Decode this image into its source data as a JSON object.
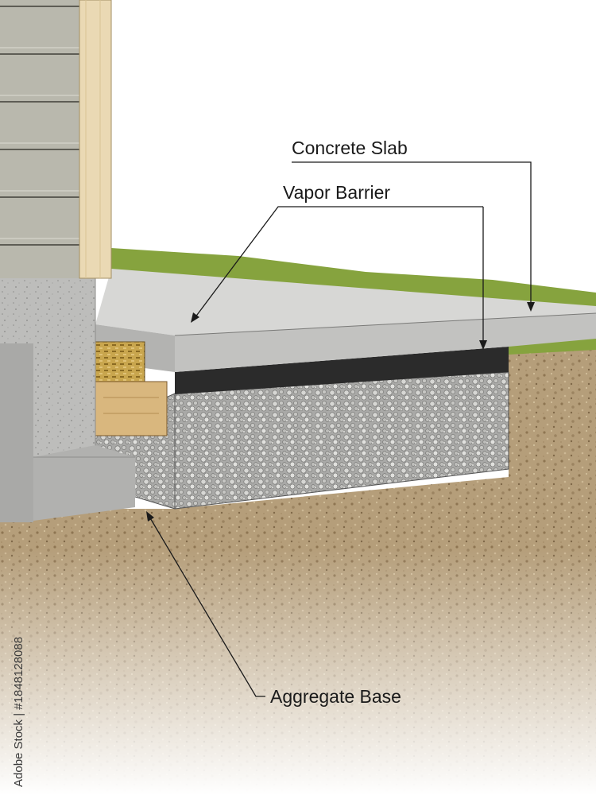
{
  "labels": {
    "concrete_slab": "Concrete Slab",
    "vapor_barrier": "Vapor Barrier",
    "aggregate_base": "Aggregate Base"
  },
  "watermark_id": "Adobe Stock | #1848128088",
  "colors": {
    "siding": "#b9b8ad",
    "trim": "#ead9b4",
    "foundation": "#bdbdbb",
    "slab": "#cfcfcd",
    "vapor": "#2b2b2b",
    "gravel": "#a9a9a7",
    "soil": "#b59e7a",
    "grass": "#86a33e",
    "wood": "#d9b77e",
    "line": "#1a1a1a"
  }
}
